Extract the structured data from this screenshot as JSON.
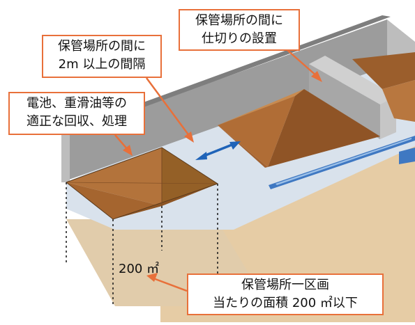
{
  "callouts": {
    "partition": {
      "line1": "保管場所の間に",
      "line2": "仕切りの設置"
    },
    "spacing": {
      "line1": "保管場所の間に",
      "line2": "2m 以上の間隔"
    },
    "batteries": {
      "line1": "電池、重滑油等の",
      "line2": "適正な回収、処理"
    },
    "area": {
      "line1": "保管場所一区画",
      "line2": "当たりの面積 200 ㎡以下"
    }
  },
  "area_label": "200 ㎡",
  "colors": {
    "callout_border": "#e8703a",
    "arrow_orange": "#e8703a",
    "arrow_blue": "#1f63b8",
    "pile_light": "#b8763f",
    "pile_dark": "#8e5528",
    "wall": "#a3a3a3",
    "floor": "#dce3ea",
    "ground": "#e3c9a4",
    "drain": "#3a74c0"
  }
}
